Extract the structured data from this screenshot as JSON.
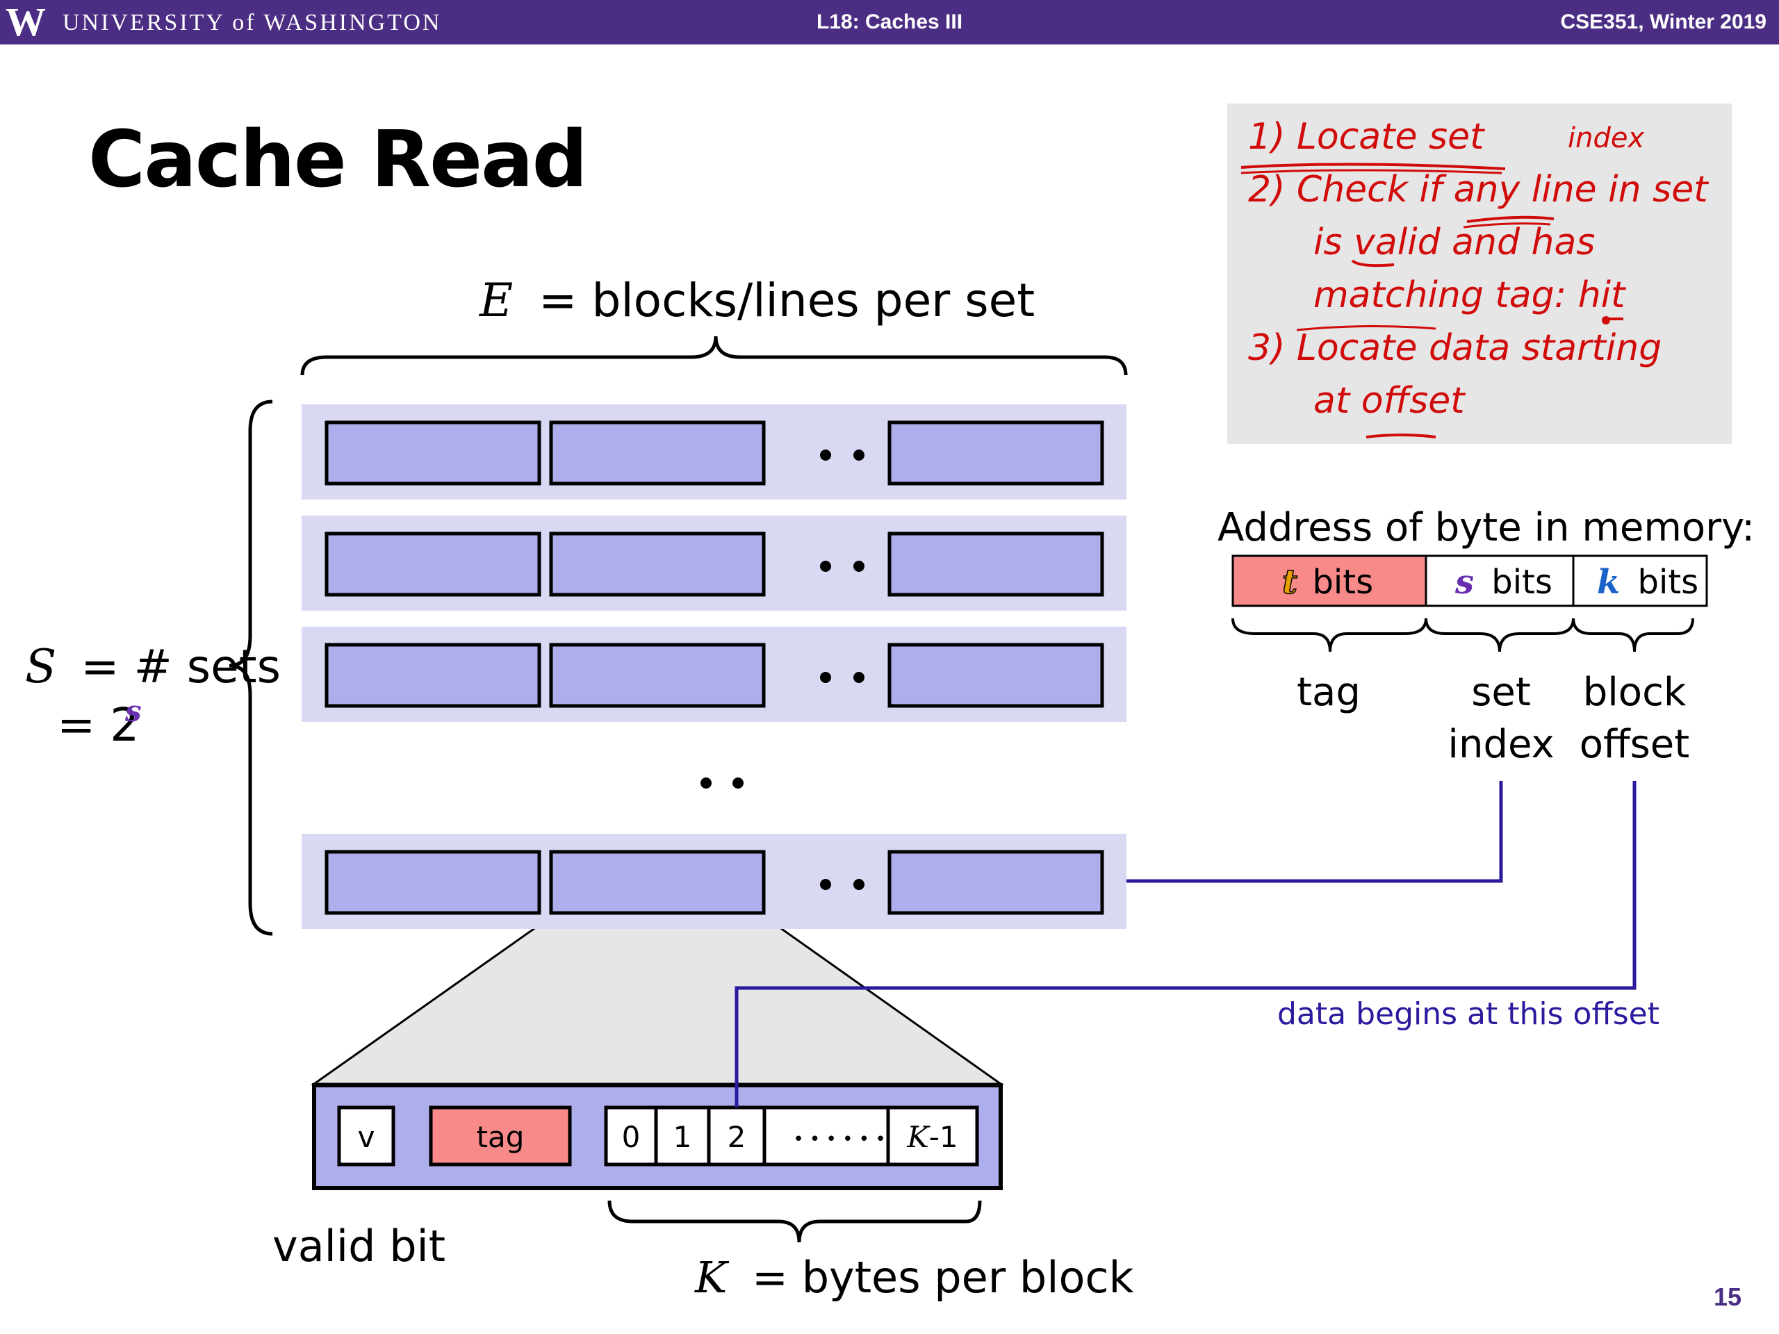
{
  "header": {
    "logo_letter": "W",
    "university": "UNIVERSITY of WASHINGTON",
    "lecture": "L18:  Caches III",
    "course": "CSE351, Winter 2019"
  },
  "slide": {
    "title": "Cache Read",
    "page_number": "15"
  },
  "diagram": {
    "e_var": "E",
    "e_label": "= blocks/lines per set",
    "s_var": "S",
    "s_label": "= # sets",
    "s_eq": "= 2",
    "s_exp": "s",
    "address_title": "Address of byte in memory:",
    "addr_t_var": "t",
    "addr_s_var": "s",
    "addr_k_var": "k",
    "addr_bits": "bits",
    "tag_label": "tag",
    "set_index_line1": "set",
    "set_index_line2": "index",
    "block_offset_line1": "block",
    "block_offset_line2": "offset",
    "data_begins": "data begins at this offset",
    "valid_cell": "v",
    "tag_cell": "tag",
    "byte_cells": [
      "0",
      "1",
      "2"
    ],
    "byte_dots": "• • • • • •",
    "last_byte_var": "K",
    "last_byte_suffix": "-1",
    "valid_bit_label": "valid bit",
    "k_var": "K",
    "k_label": "= bytes per block"
  },
  "steps": {
    "step1": "1)   Locate set",
    "step2": "2)   Check if any line in set",
    "step2b": "is valid and has",
    "step2c": "matching tag: hit",
    "step3": "3)   Locate data starting",
    "step3b": "at offset",
    "annotation": "index"
  },
  "colors": {
    "header_purple": "#4b2e83",
    "line_fill": "#aeaeec",
    "set_band": "#d9d9f4",
    "tag_red": "#f88a8a",
    "connector_blue": "#2a1a9e",
    "ink_red": "#d10a0a"
  }
}
